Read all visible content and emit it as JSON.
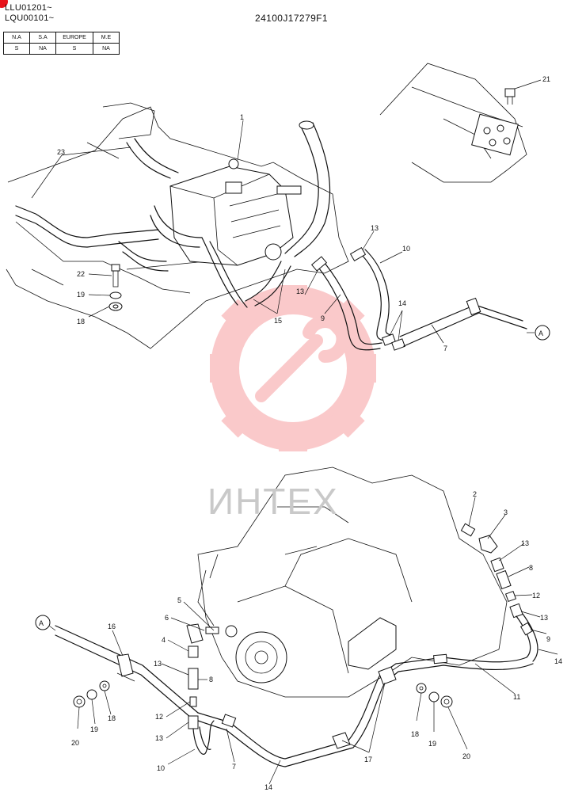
{
  "header": {
    "serial_1": "LLU01201~",
    "serial_2": "LQU00101~",
    "doc_code": "24100J17279F1"
  },
  "market_table": {
    "headers": [
      "N.A",
      "S.A",
      "EUROPE",
      "M.E"
    ],
    "values": [
      "S",
      "NA",
      "S",
      "NA"
    ]
  },
  "watermark": {
    "text": "ИНТЕХ",
    "color": "#f0595e"
  },
  "callouts": {
    "top": [
      "1",
      "23",
      "21",
      "22",
      "19",
      "18",
      "13",
      "10",
      "13",
      "9",
      "15",
      "14",
      "7",
      "A"
    ],
    "bottom": [
      "2",
      "3",
      "13",
      "8",
      "12",
      "13",
      "9",
      "14",
      "11",
      "5",
      "6",
      "4",
      "13",
      "8",
      "12",
      "13",
      "10",
      "7",
      "14",
      "16",
      "18",
      "19",
      "20",
      "17",
      "18",
      "19",
      "20",
      "A"
    ]
  }
}
